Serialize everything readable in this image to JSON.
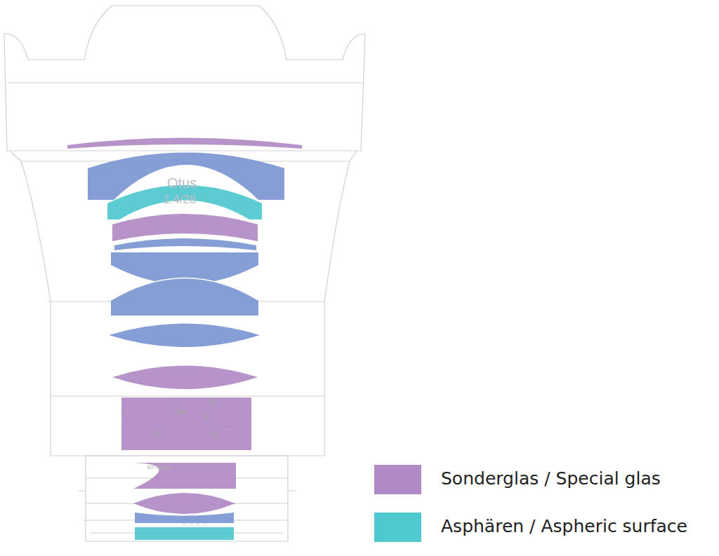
{
  "diagram": {
    "labels": [
      "Otus",
      "1.4/28",
      "∞",
      "6",
      "2",
      "16",
      "14",
      "EF-mount"
    ],
    "legend": [
      {
        "text": "Sonderglas / Special glas",
        "color": "#b08ac4"
      },
      {
        "text": "Asphären / Aspheric surface",
        "color": "#4fc8cf"
      }
    ]
  }
}
